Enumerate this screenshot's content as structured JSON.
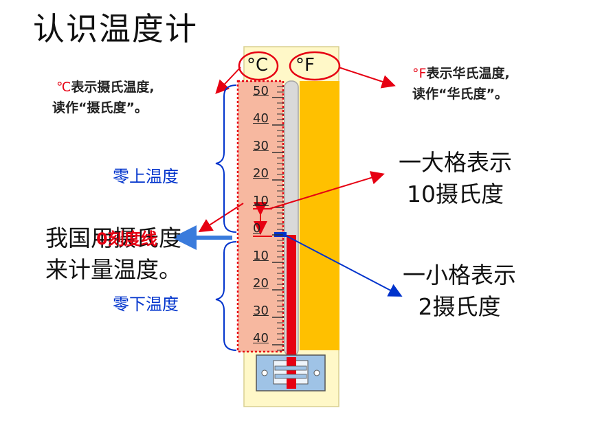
{
  "page": {
    "title": "认识温度计"
  },
  "thermometer": {
    "celsius_unit": "°C",
    "fahrenheit_unit": "°F",
    "celsius_ticks_above": [
      "50",
      "40",
      "30",
      "20",
      "10"
    ],
    "zero_tick": "0",
    "celsius_ticks_below": [
      "10",
      "20",
      "30",
      "40"
    ],
    "current_reading_celsius": -2,
    "colors": {
      "celsius_band": "#f7b8a0",
      "fahrenheit_band": "#ffc000",
      "frame": "#fff8c8",
      "liquid": "#e60012",
      "callout_red": "#e60012",
      "callout_blue": "#0033cc",
      "arrow_blue": "#3a7bdc"
    }
  },
  "notes": {
    "celsius_symbol": "℃",
    "celsius_line1": "表示摄氏温度,",
    "celsius_line2": "读作“摄氏度”。",
    "fahrenheit_symbol": "°F",
    "fahrenheit_line1": "表示华氏温度,",
    "fahrenheit_line2": "读作“华氏度”。"
  },
  "labels": {
    "above_zero": "零上温度",
    "below_zero": "零下温度",
    "zero_line": "0刻度线",
    "overlap_line1": "我国用摄氏度",
    "overlap_line2": "来计量温度。",
    "big_division_line1": "一大格表示",
    "big_division_line2": "10摄氏度",
    "small_division_line1": "一小格表示",
    "small_division_line2": "2摄氏度"
  }
}
